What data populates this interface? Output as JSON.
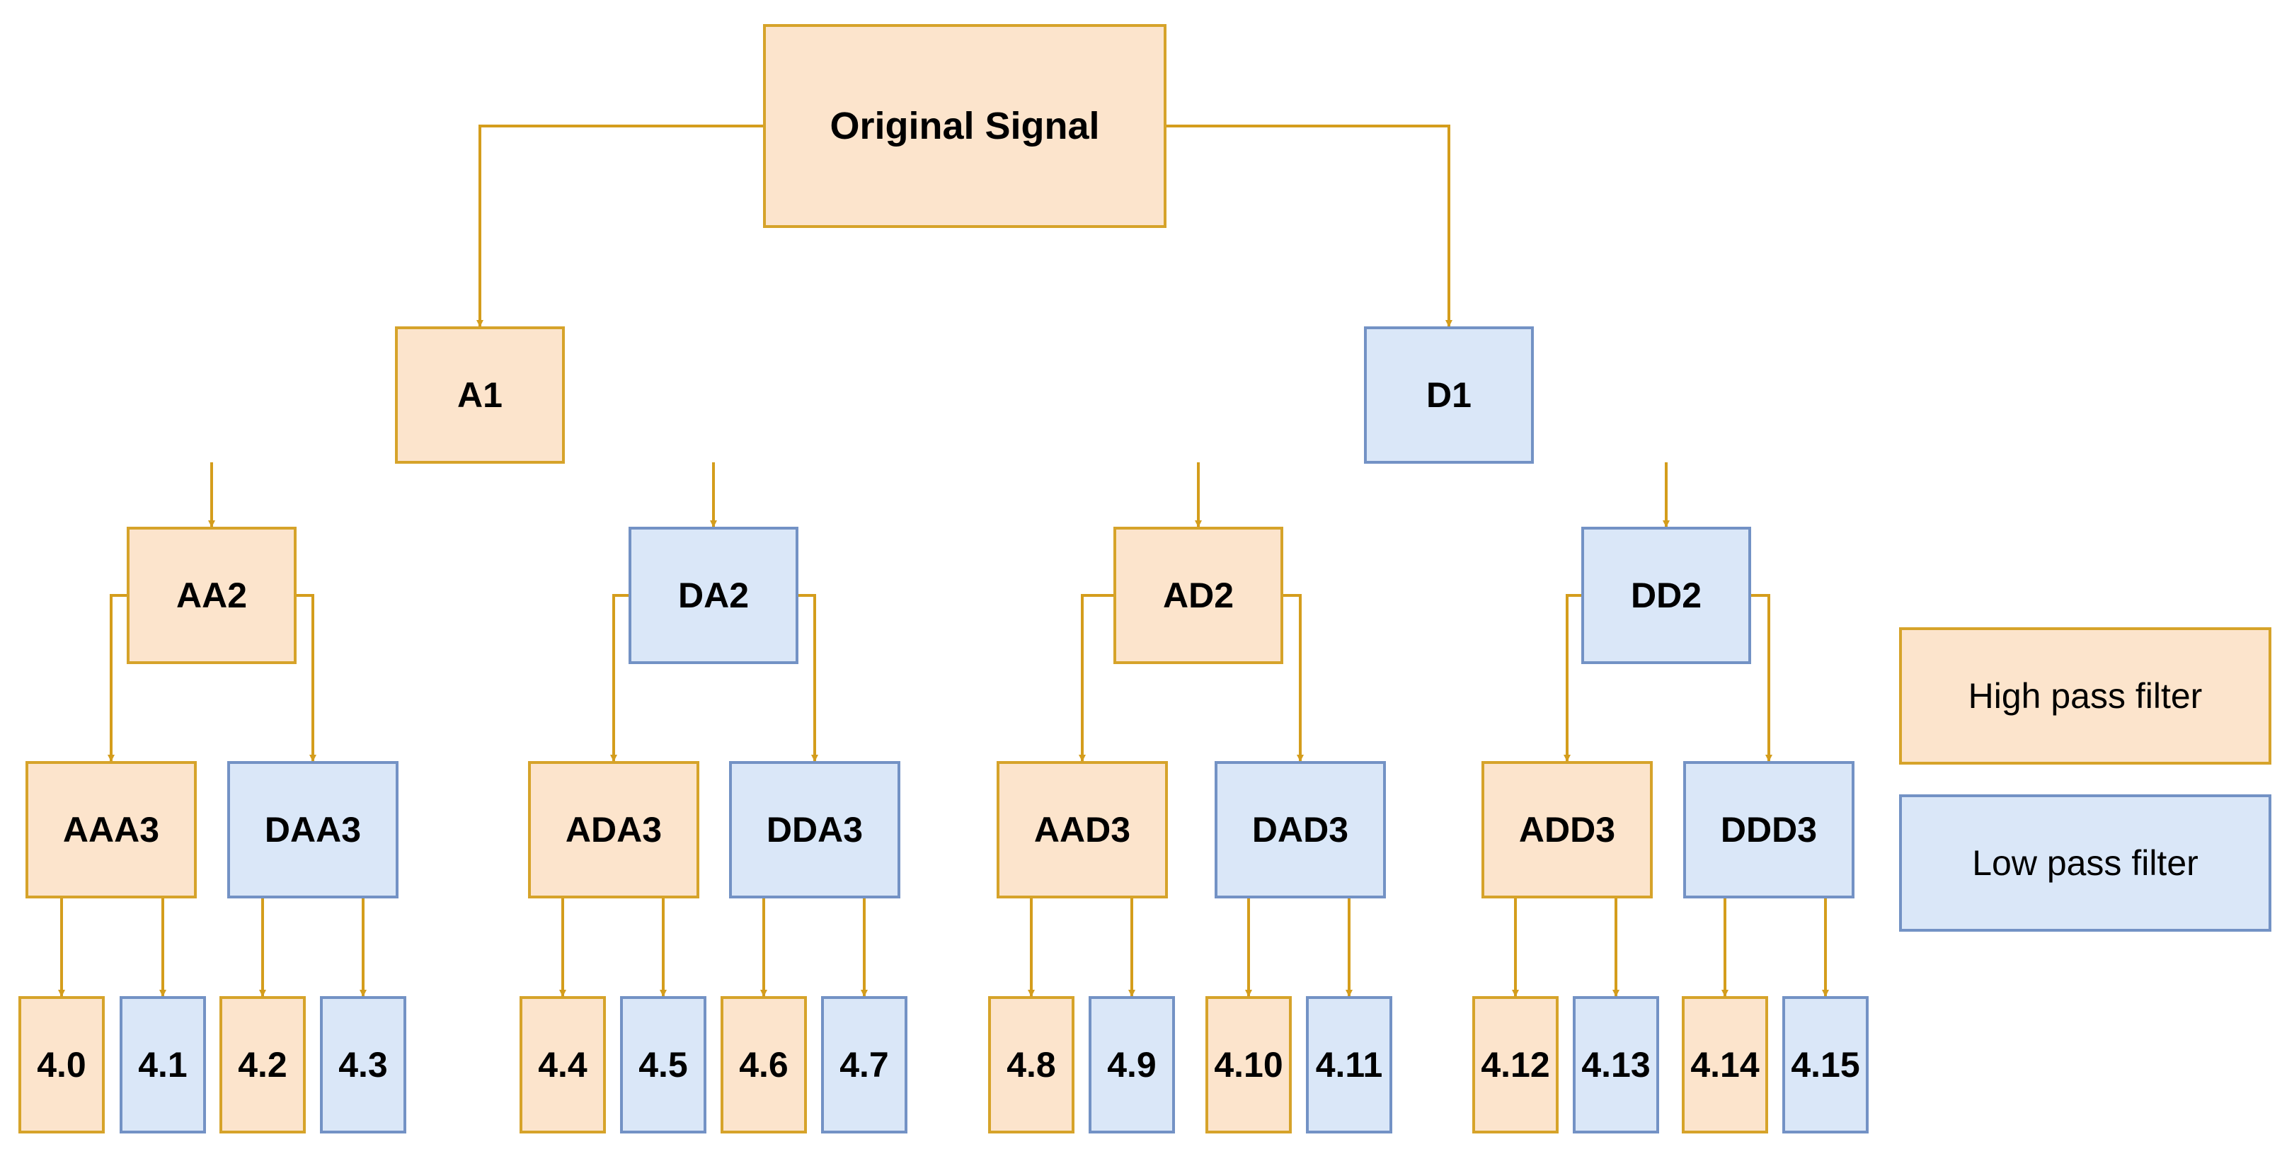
{
  "diagram": {
    "colors": {
      "high_fill": "#FCE4CC",
      "high_stroke": "#D6A32A",
      "low_fill": "#DAE7F8",
      "low_stroke": "#7392C5",
      "edge": "#D49D1C"
    },
    "nodes": [
      {
        "id": "root",
        "label": "Original Signal",
        "kind": "high"
      },
      {
        "id": "A1",
        "label": "A1",
        "kind": "high"
      },
      {
        "id": "D1",
        "label": "D1",
        "kind": "low"
      },
      {
        "id": "AA2",
        "label": "AA2",
        "kind": "high"
      },
      {
        "id": "DA2",
        "label": "DA2",
        "kind": "low"
      },
      {
        "id": "AD2",
        "label": "AD2",
        "kind": "high"
      },
      {
        "id": "DD2",
        "label": "DD2",
        "kind": "low"
      },
      {
        "id": "AAA3",
        "label": "AAA3",
        "kind": "high"
      },
      {
        "id": "DAA3",
        "label": "DAA3",
        "kind": "low"
      },
      {
        "id": "ADA3",
        "label": "ADA3",
        "kind": "high"
      },
      {
        "id": "DDA3",
        "label": "DDA3",
        "kind": "low"
      },
      {
        "id": "AAD3",
        "label": "AAD3",
        "kind": "high"
      },
      {
        "id": "DAD3",
        "label": "DAD3",
        "kind": "low"
      },
      {
        "id": "ADD3",
        "label": "ADD3",
        "kind": "high"
      },
      {
        "id": "DDD3",
        "label": "DDD3",
        "kind": "low"
      },
      {
        "id": "L0",
        "label": "4.0",
        "kind": "high"
      },
      {
        "id": "L1",
        "label": "4.1",
        "kind": "low"
      },
      {
        "id": "L2",
        "label": "4.2",
        "kind": "high"
      },
      {
        "id": "L3",
        "label": "4.3",
        "kind": "low"
      },
      {
        "id": "L4",
        "label": "4.4",
        "kind": "high"
      },
      {
        "id": "L5",
        "label": "4.5",
        "kind": "low"
      },
      {
        "id": "L6",
        "label": "4.6",
        "kind": "high"
      },
      {
        "id": "L7",
        "label": "4.7",
        "kind": "low"
      },
      {
        "id": "L8",
        "label": "4.8",
        "kind": "high"
      },
      {
        "id": "L9",
        "label": "4.9",
        "kind": "low"
      },
      {
        "id": "L10",
        "label": "4.10",
        "kind": "high"
      },
      {
        "id": "L11",
        "label": "4.11",
        "kind": "low"
      },
      {
        "id": "L12",
        "label": "4.12",
        "kind": "high"
      },
      {
        "id": "L13",
        "label": "4.13",
        "kind": "low"
      },
      {
        "id": "L14",
        "label": "4.14",
        "kind": "high"
      },
      {
        "id": "L15",
        "label": "4.15",
        "kind": "low"
      }
    ],
    "edges": [
      [
        "root",
        "A1"
      ],
      [
        "root",
        "D1"
      ],
      [
        "A1",
        "AA2"
      ],
      [
        "A1",
        "DA2"
      ],
      [
        "D1",
        "AD2"
      ],
      [
        "D1",
        "DD2"
      ],
      [
        "AA2",
        "AAA3"
      ],
      [
        "AA2",
        "DAA3"
      ],
      [
        "DA2",
        "ADA3"
      ],
      [
        "DA2",
        "DDA3"
      ],
      [
        "AD2",
        "AAD3"
      ],
      [
        "AD2",
        "DAD3"
      ],
      [
        "DD2",
        "ADD3"
      ],
      [
        "DD2",
        "DDD3"
      ],
      [
        "AAA3",
        "L0"
      ],
      [
        "AAA3",
        "L1"
      ],
      [
        "DAA3",
        "L2"
      ],
      [
        "DAA3",
        "L3"
      ],
      [
        "ADA3",
        "L4"
      ],
      [
        "ADA3",
        "L5"
      ],
      [
        "DDA3",
        "L6"
      ],
      [
        "DDA3",
        "L7"
      ],
      [
        "AAD3",
        "L8"
      ],
      [
        "AAD3",
        "L9"
      ],
      [
        "DAD3",
        "L10"
      ],
      [
        "DAD3",
        "L11"
      ],
      [
        "ADD3",
        "L12"
      ],
      [
        "ADD3",
        "L13"
      ],
      [
        "DDD3",
        "L14"
      ],
      [
        "DDD3",
        "L15"
      ]
    ],
    "legend": [
      {
        "label": "High pass filter",
        "kind": "high"
      },
      {
        "label": "Low pass filter",
        "kind": "low"
      }
    ]
  }
}
